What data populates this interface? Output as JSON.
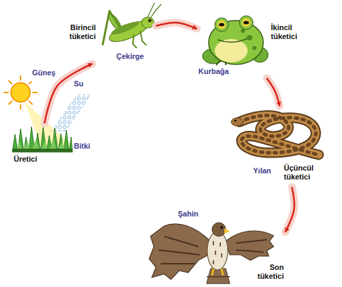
{
  "diagram": {
    "nodes": [
      {
        "text": [
          "Bitki",
          "Üretici"
        ]
      },
      {
        "text": [
          "Birincil tüketici",
          "Çekirge"
        ]
      },
      {
        "text": [
          "İkincil tüketici",
          "Kurbağa"
        ]
      },
      {
        "text": [
          "Yılan",
          "Üçüncül tüketici"
        ]
      },
      {
        "text": [
          "Şahin",
          "Son tüketici"
        ]
      }
    ],
    "edges": [
      {
        "from": 0,
        "to": 1,
        "arrow": "to"
      },
      {
        "from": 1,
        "to": 2,
        "arrow": "to"
      },
      {
        "from": 2,
        "to": 3,
        "arrow": "to"
      },
      {
        "from": 3,
        "to": 4,
        "arrow": "to"
      }
    ],
    "labels": [
      "Güneş",
      "Su"
    ]
  }
}
